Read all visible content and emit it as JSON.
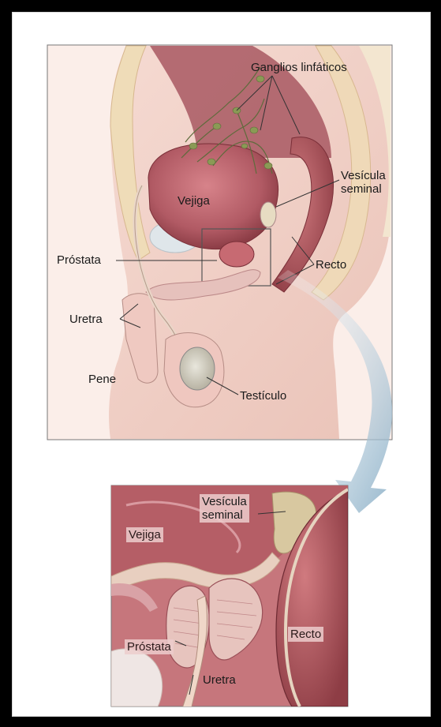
{
  "colors": {
    "background": "#000000",
    "panel": "#ffffff",
    "skin": "#f1d4cc",
    "organ": "#b9606a",
    "organ_dark": "#8c3d46",
    "bone": "#efe3c8",
    "node": "#8a9a55",
    "arrow": "#a9c4d6"
  },
  "top_figure": {
    "labels": {
      "lymph_nodes": "Ganglios linfáticos",
      "seminal_vesicle_line1": "Vesícula",
      "seminal_vesicle_line2": "seminal",
      "bladder": "Vejiga",
      "prostate": "Próstata",
      "rectum": "Recto",
      "urethra": "Uretra",
      "penis": "Pene",
      "testicle": "Testículo"
    }
  },
  "bottom_figure": {
    "labels": {
      "seminal_vesicle_line1": "Vesícula",
      "seminal_vesicle_line2": "seminal",
      "bladder": "Vejiga",
      "prostate": "Próstata",
      "rectum": "Recto",
      "urethra": "Uretra"
    }
  }
}
